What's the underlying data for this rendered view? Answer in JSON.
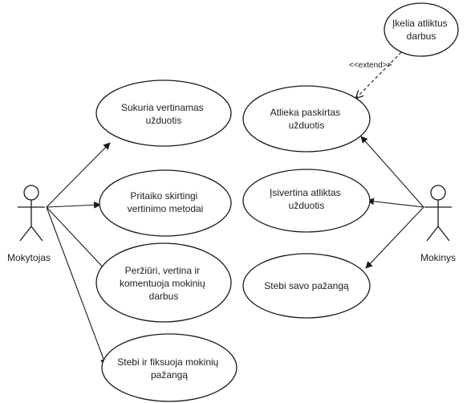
{
  "actors": {
    "teacher": "Mokytojas",
    "student": "Mokinys"
  },
  "use_cases": {
    "create_tasks": [
      "Sukuria vertinamas",
      "užduotis"
    ],
    "apply_methods": [
      "Pritaiko skirtingi",
      "vertinimo metodai"
    ],
    "review_work": [
      "Peržiūri, vertina ir",
      "komentuoja mokinių",
      "darbus"
    ],
    "track_progress": [
      "Stebi ir fiksuoja mokinių",
      "pažangą"
    ],
    "complete_tasks": [
      "Atlieka paskirtas",
      "užduotis"
    ],
    "self_assess": [
      "Įsivertina atliktas",
      "užduotis"
    ],
    "view_own_progress": [
      "Stebi savo pažangą"
    ],
    "upload_work": [
      "Įkelia atliktus",
      "darbus"
    ]
  },
  "relations": {
    "extend_label": "<<extend>>"
  }
}
